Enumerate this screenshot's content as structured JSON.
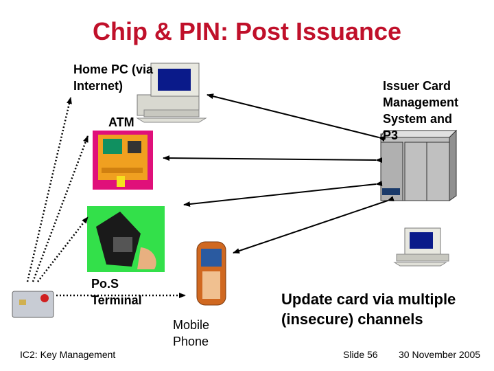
{
  "title": "Chip & PIN: Post Issuance",
  "labels": {
    "home_pc": [
      "Home PC (via",
      "Internet)"
    ],
    "issuer": [
      "Issuer Card",
      "Management",
      "System and",
      "P3"
    ],
    "atm": "ATM",
    "pos": [
      "Po.S",
      "Terminal"
    ],
    "mobile": [
      "Mobile",
      "Phone"
    ],
    "caption": [
      "Update card via multiple",
      "(insecure) channels"
    ]
  },
  "footer": {
    "left": "IC2: Key Management",
    "slide": "Slide 56",
    "date": "30 November 2005"
  },
  "colors": {
    "title": "#c0102a",
    "arrow": "#000000"
  },
  "icons": [
    "home-pc-icon",
    "atm-icon",
    "pos-terminal-icon",
    "mobile-phone-icon",
    "server-rack-icon",
    "issuer-pc-icon",
    "chip-card-icon"
  ]
}
